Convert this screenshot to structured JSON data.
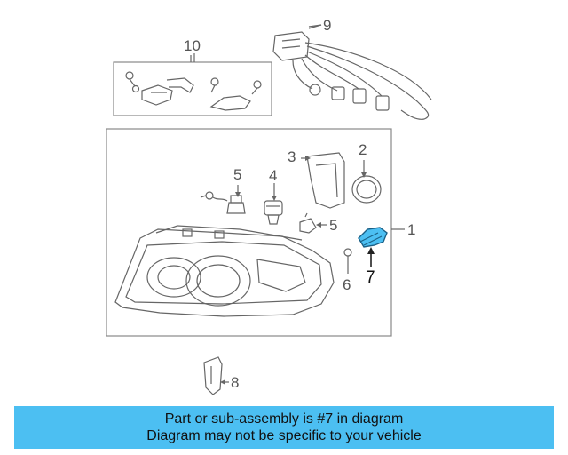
{
  "callouts": {
    "c1": "1",
    "c2": "2",
    "c3": "3",
    "c4": "4",
    "c5a": "5",
    "c5b": "5",
    "c6": "6",
    "c7": "7",
    "c8": "8",
    "c9": "9",
    "c10": "10"
  },
  "highlighted_part": "7",
  "colors": {
    "banner": "#4cbff2",
    "highlight": "#4cbff2",
    "line": "#666666"
  },
  "banner": {
    "line1": "Part or sub-assembly is #7 in diagram",
    "line2": "Diagram may not be specific to your vehicle"
  }
}
